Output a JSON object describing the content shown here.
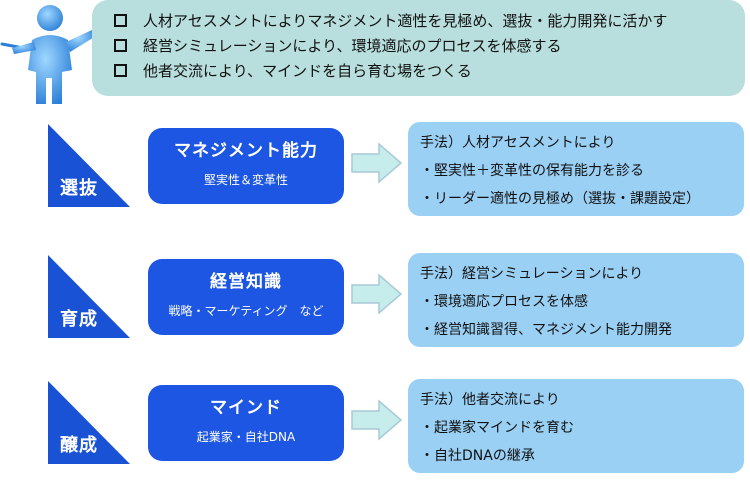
{
  "objectives": [
    "人材アセスメントによりマネジメント適性を見極め、選抜・能力開発に活かす",
    "経営シミュレーションにより、環境適応のプロセスを体感する",
    "他者交流により、マインドを自ら育む場をつくる"
  ],
  "rows": [
    {
      "stage": "選抜",
      "skill_title": "マネジメント能力",
      "skill_sub": "堅実性＆変革性",
      "method": [
        "手法）人材アセスメントにより",
        "・堅実性＋変革性の保有能力を診る",
        "・リーダー適性の見極め（選抜・課題設定）"
      ]
    },
    {
      "stage": "育成",
      "skill_title": "経営知識",
      "skill_sub": "戦略・マーケティング　など",
      "method": [
        "手法）経営シミュレーションにより",
        "・環境適応プロセスを体感",
        "・経営知識習得、マネジメント能力開発"
      ]
    },
    {
      "stage": "醸成",
      "skill_title": "マインド",
      "skill_sub": "起業家・自社DNA",
      "method": [
        "手法）他者交流により",
        "・起業家マインドを育む",
        "・自社DNAの継承"
      ]
    }
  ],
  "colors": {
    "panel": "#b8dedd",
    "skill_box": "#1d56e3",
    "triangle": "#1a52d6",
    "method_box": "#9bd0f5",
    "arrow": "#c6ecec"
  }
}
